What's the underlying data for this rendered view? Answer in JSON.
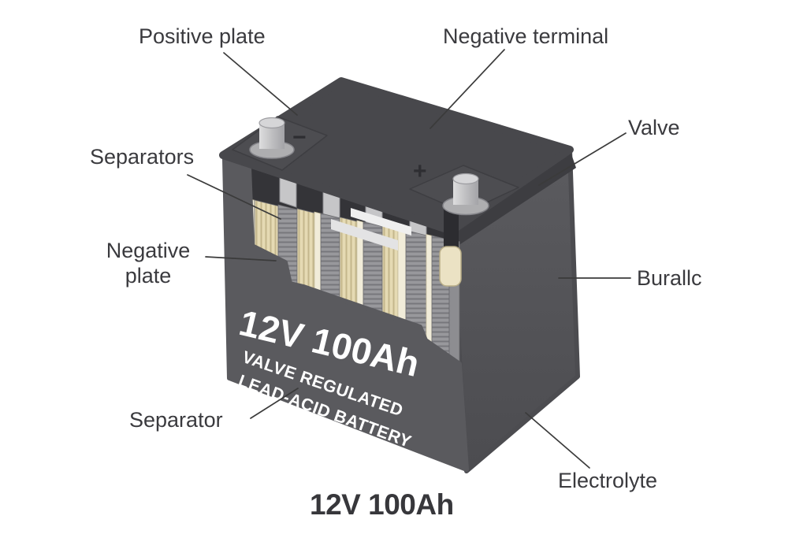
{
  "figure": {
    "type": "cutaway-diagram",
    "subject": "Valve regulated lead-acid battery"
  },
  "labels": {
    "positive_plate": "Positive plate",
    "negative_terminal": "Negative terminal",
    "valve": "Valve",
    "burallc": "Burallc",
    "separators": "Separators",
    "negative_plate": "Negative plate",
    "separator": "Separator",
    "electrolyte": "Electrolyte"
  },
  "battery": {
    "negative_sign": "−",
    "positive_sign": "+",
    "face_line1": "12V 100Ah",
    "face_line2": "VALVE REGULATED",
    "face_line3": "LEAD-ACID BATTERY"
  },
  "caption": "12V 100Ah",
  "colors": {
    "background": "#ffffff",
    "lid": "#48484c",
    "front_face": "#5a5a5e",
    "right_face": "#55555a",
    "separator_tan": "#e5dab3",
    "separator_stripe": "#c4b78c",
    "plate_gray": "#98989c",
    "plate_ridge": "#77777c",
    "cream_sheet": "#f1ecd9",
    "strap_gray": "#c6c6c8",
    "terminal_light": "#d6d6d8",
    "label_text": "#3a3a3e",
    "leader_line": "#3b3b3b",
    "face_text": "#ffffff"
  }
}
